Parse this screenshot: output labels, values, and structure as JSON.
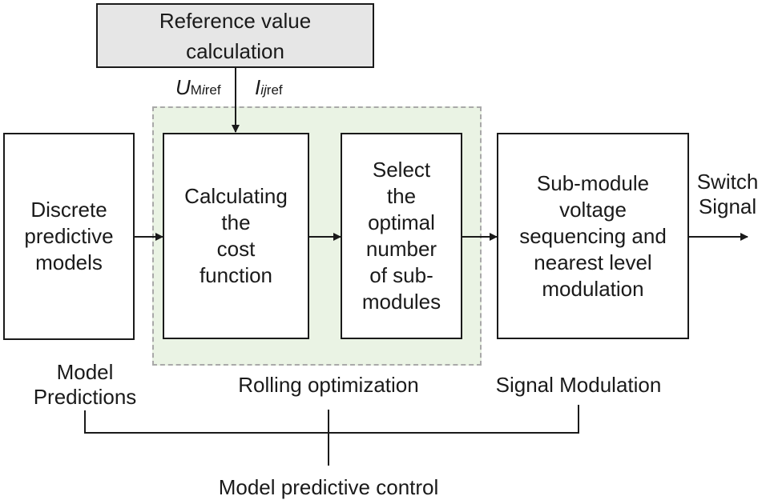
{
  "blocks": {
    "reference": "Reference value\ncalculation",
    "discrete": "Discrete\npredictive\nmodels",
    "cost": "Calculating\nthe\ncost\nfunction",
    "select": "Select\nthe\noptimal\nnumber\nof sub-\nmodules",
    "sequencing": "Sub-module\nvoltage\nsequencing and\nnearest level\nmodulation"
  },
  "signals": {
    "u_ref": {
      "symbol": "U",
      "sub_pre": "M",
      "sub_var": "i",
      "sub_post": "ref"
    },
    "i_ref": {
      "symbol": "I",
      "sub_var": "ij",
      "sub_post": "ref"
    },
    "output": "Switch\nSignal"
  },
  "stages": {
    "model_predictions": "Model\nPredictions",
    "rolling_optimization": "Rolling optimization",
    "signal_modulation": "Signal Modulation",
    "overall": "Model predictive control"
  },
  "colors": {
    "line": "#1a1a1a",
    "reference_fill": "#e6e6e6",
    "rolling_fill": "#eaf3e4",
    "rolling_border": "#a9a9a9"
  }
}
